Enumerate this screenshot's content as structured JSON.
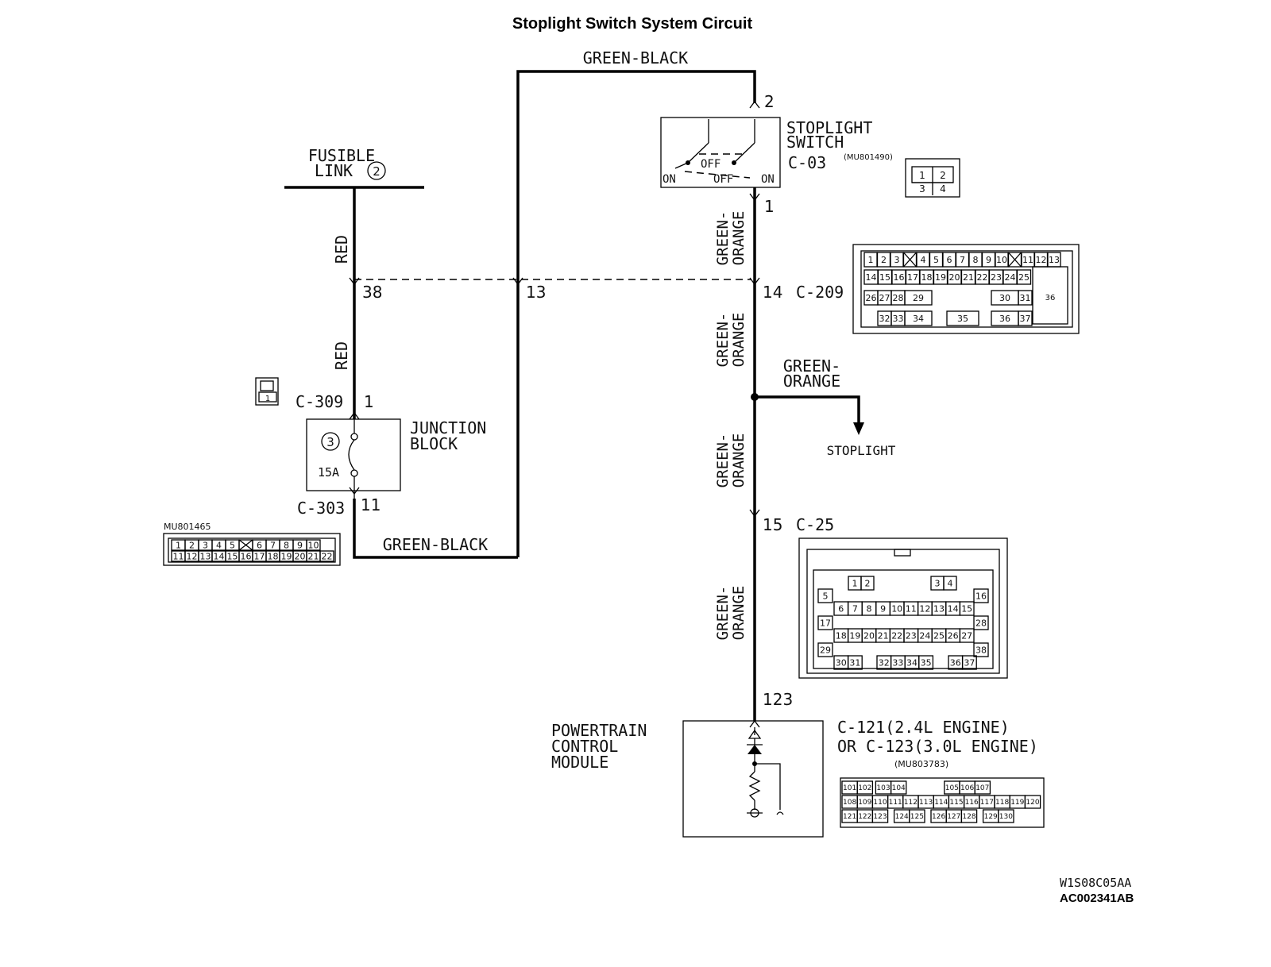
{
  "title": "Stoplight Switch System Circuit",
  "wires": {
    "top": "GREEN-BLACK",
    "bottom": "GREEN-BLACK",
    "red_upper": "RED",
    "red_lower": "RED",
    "green_orange_1": [
      "GREEN-",
      "ORANGE"
    ],
    "green_orange_2": [
      "GREEN-",
      "ORANGE"
    ],
    "green_orange_3": [
      "GREEN-",
      "ORANGE"
    ],
    "green_orange_4": [
      "GREEN-",
      "ORANGE"
    ],
    "branch": [
      "GREEN-",
      "ORANGE"
    ]
  },
  "pins": {
    "switch_top": "2",
    "switch_bottom": "1",
    "p38": "38",
    "p13": "13",
    "p14": "14",
    "p1": "1",
    "p11": "11",
    "p15": "15",
    "p123": "123"
  },
  "fusible_link": {
    "line1": "FUSIBLE",
    "line2": "LINK",
    "num": "2"
  },
  "stoplight_switch": {
    "line1": "STOPLIGHT",
    "line2": "SWITCH",
    "connector": "C-03",
    "part": "(MU801490)",
    "on_left": "ON",
    "on_right": "ON",
    "off_upper": "OFF",
    "off_lower": "OFF",
    "pins": [
      [
        "1",
        "2"
      ],
      [
        "3",
        "4"
      ]
    ]
  },
  "junction_block": {
    "line1": "JUNCTION",
    "line2": "BLOCK",
    "fuse_num": "3",
    "rating": "15A",
    "c309": "C-309",
    "c303": "C-303",
    "c309_pin": "1",
    "part": "MU801465",
    "pins_row1": [
      "1",
      "2",
      "3",
      "4",
      "5",
      "",
      "6",
      "7",
      "8",
      "9",
      "10"
    ],
    "pins_row2": [
      "11",
      "12",
      "13",
      "14",
      "15",
      "16",
      "17",
      "18",
      "19",
      "20",
      "21",
      "22"
    ]
  },
  "c209": {
    "label": "C-209",
    "row1": [
      "1",
      "2",
      "3",
      "X",
      "4",
      "5",
      "6",
      "7",
      "8",
      "9",
      "10",
      "X",
      "11",
      "12",
      "13"
    ],
    "row2": [
      "14",
      "15",
      "16",
      "17",
      "18",
      "19",
      "20",
      "21",
      "22",
      "23",
      "24",
      "25"
    ],
    "row3": [
      "26",
      "27",
      "28",
      "29",
      "30",
      "31"
    ],
    "row4": [
      "32",
      "33",
      "34",
      "35",
      "36",
      "37"
    ],
    "big": "36"
  },
  "stoplight": "STOPLIGHT",
  "c25": {
    "label": "C-25",
    "row1": [
      "1",
      "2",
      "3",
      "4"
    ],
    "row2": [
      "5",
      "16"
    ],
    "row3": [
      "6",
      "7",
      "8",
      "9",
      "10",
      "11",
      "12",
      "13",
      "14",
      "15"
    ],
    "row4": [
      "17",
      "28"
    ],
    "row5": [
      "18",
      "19",
      "20",
      "21",
      "22",
      "23",
      "24",
      "25",
      "26",
      "27"
    ],
    "row6": [
      "29",
      "38"
    ],
    "row7": [
      "30",
      "31",
      "32",
      "33",
      "34",
      "35",
      "36",
      "37"
    ]
  },
  "pcm": {
    "line1": "POWERTRAIN",
    "line2": "CONTROL",
    "line3": "MODULE",
    "conn1": "C-121(2.4L ENGINE)",
    "conn2": "OR C-123(3.0L ENGINE)",
    "part": "(MU803783)",
    "row1": [
      "101",
      "102",
      "",
      "103",
      "104",
      "",
      "",
      "",
      "105",
      "106",
      "107"
    ],
    "row2": [
      "108",
      "109",
      "110",
      "111",
      "112",
      "113",
      "114",
      "115",
      "116",
      "117",
      "118",
      "119",
      "120"
    ],
    "row3": [
      "121",
      "122",
      "123",
      "",
      "124",
      "125",
      "",
      "126",
      "127",
      "128",
      "",
      "129",
      "130"
    ]
  },
  "codes": {
    "line1": "W1S08C05AA",
    "line2": "AC002341AB"
  }
}
